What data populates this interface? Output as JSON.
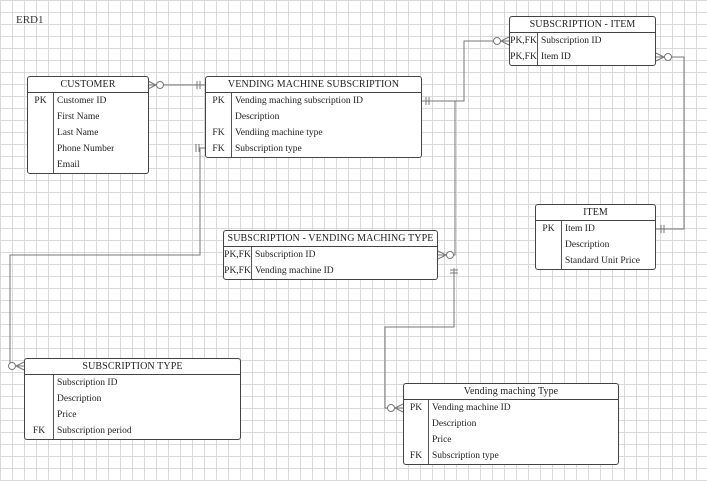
{
  "diagram_title": "ERD1",
  "entities": {
    "customer": {
      "title": "CUSTOMER",
      "rows": [
        {
          "key": "PK",
          "attr": "Customer ID"
        },
        {
          "key": "",
          "attr": "First Name"
        },
        {
          "key": "",
          "attr": "Last Name"
        },
        {
          "key": "",
          "attr": "Phone Number"
        },
        {
          "key": "",
          "attr": "Email"
        }
      ]
    },
    "vending_machine_subscription": {
      "title": "VENDING MACHINE SUBSCRIPTION",
      "rows": [
        {
          "key": "PK",
          "attr": "Vending maching subscription ID"
        },
        {
          "key": "",
          "attr": "Description"
        },
        {
          "key": "FK",
          "attr": "Vendiing machine type"
        },
        {
          "key": "FK",
          "attr": "Subscription type"
        }
      ]
    },
    "subscription_item": {
      "title": "SUBSCRIPTION - ITEM",
      "rows": [
        {
          "key": "PK,FK",
          "attr": "Subscription ID"
        },
        {
          "key": "PK,FK",
          "attr": "Item ID"
        }
      ]
    },
    "item": {
      "title": "ITEM",
      "rows": [
        {
          "key": "PK",
          "attr": "Item ID"
        },
        {
          "key": "",
          "attr": "Description"
        },
        {
          "key": "",
          "attr": "Standard Unit Price"
        }
      ]
    },
    "subscription_vending_machine_type": {
      "title": "SUBSCRIPTION - VENDING MACHING TYPE",
      "rows": [
        {
          "key": "PK,FK",
          "attr": "Subscription ID"
        },
        {
          "key": "PK,FK",
          "attr": "Vending machine ID"
        }
      ]
    },
    "subscription_type": {
      "title": "SUBSCRIPTION TYPE",
      "rows": [
        {
          "key": "",
          "attr": "Subscription ID"
        },
        {
          "key": "",
          "attr": "Description"
        },
        {
          "key": "",
          "attr": "Price"
        },
        {
          "key": "FK",
          "attr": "Subscription period"
        }
      ]
    },
    "vending_maching_type": {
      "title": "Vending maching Type",
      "rows": [
        {
          "key": "PK",
          "attr": "Vending machine ID"
        },
        {
          "key": "",
          "attr": "Description"
        },
        {
          "key": "",
          "attr": "Price"
        },
        {
          "key": "FK",
          "attr": "Subscription type"
        }
      ]
    }
  },
  "colors": {
    "line": "#555555",
    "connector": "#888888",
    "grid": "#d9d9d9"
  }
}
